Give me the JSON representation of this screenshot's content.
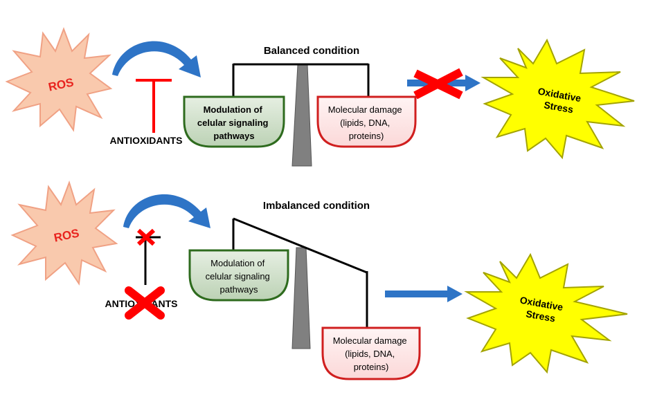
{
  "colors": {
    "ros_fill": "#f9c9ad",
    "ros_stroke": "#f0a184",
    "ros_text": "#e8231e",
    "stress_fill": "#ffff00",
    "stress_stroke": "#a3a300",
    "arrow_blue": "#2e74c6",
    "inhibitor_red": "#ff0000",
    "green_fill": "#cfe0c8",
    "green_stroke": "#2e6b1e",
    "red_fill": "#fde6e6",
    "red_stroke": "#d01f1f",
    "pillar": "#808080"
  },
  "top": {
    "title": "Balanced condition",
    "ros": "ROS",
    "antioxidants": "ANTIOXIDANTS",
    "left_pan": [
      "Modulation of",
      "celular signaling",
      "pathways"
    ],
    "right_pan": [
      "Molecular damage",
      "(lipids, DNA,",
      "proteins)"
    ],
    "stress": [
      "Oxidative",
      "Stress"
    ]
  },
  "bottom": {
    "title": "Imbalanced condition",
    "ros": "ROS",
    "antioxidants": "ANTIOXIDANTS",
    "left_pan": [
      "Modulation of",
      "celular signaling",
      "pathways"
    ],
    "right_pan": [
      "Molecular damage",
      "(lipids, DNA,",
      "proteins)"
    ],
    "stress": [
      "Oxidative",
      "Stress"
    ]
  }
}
